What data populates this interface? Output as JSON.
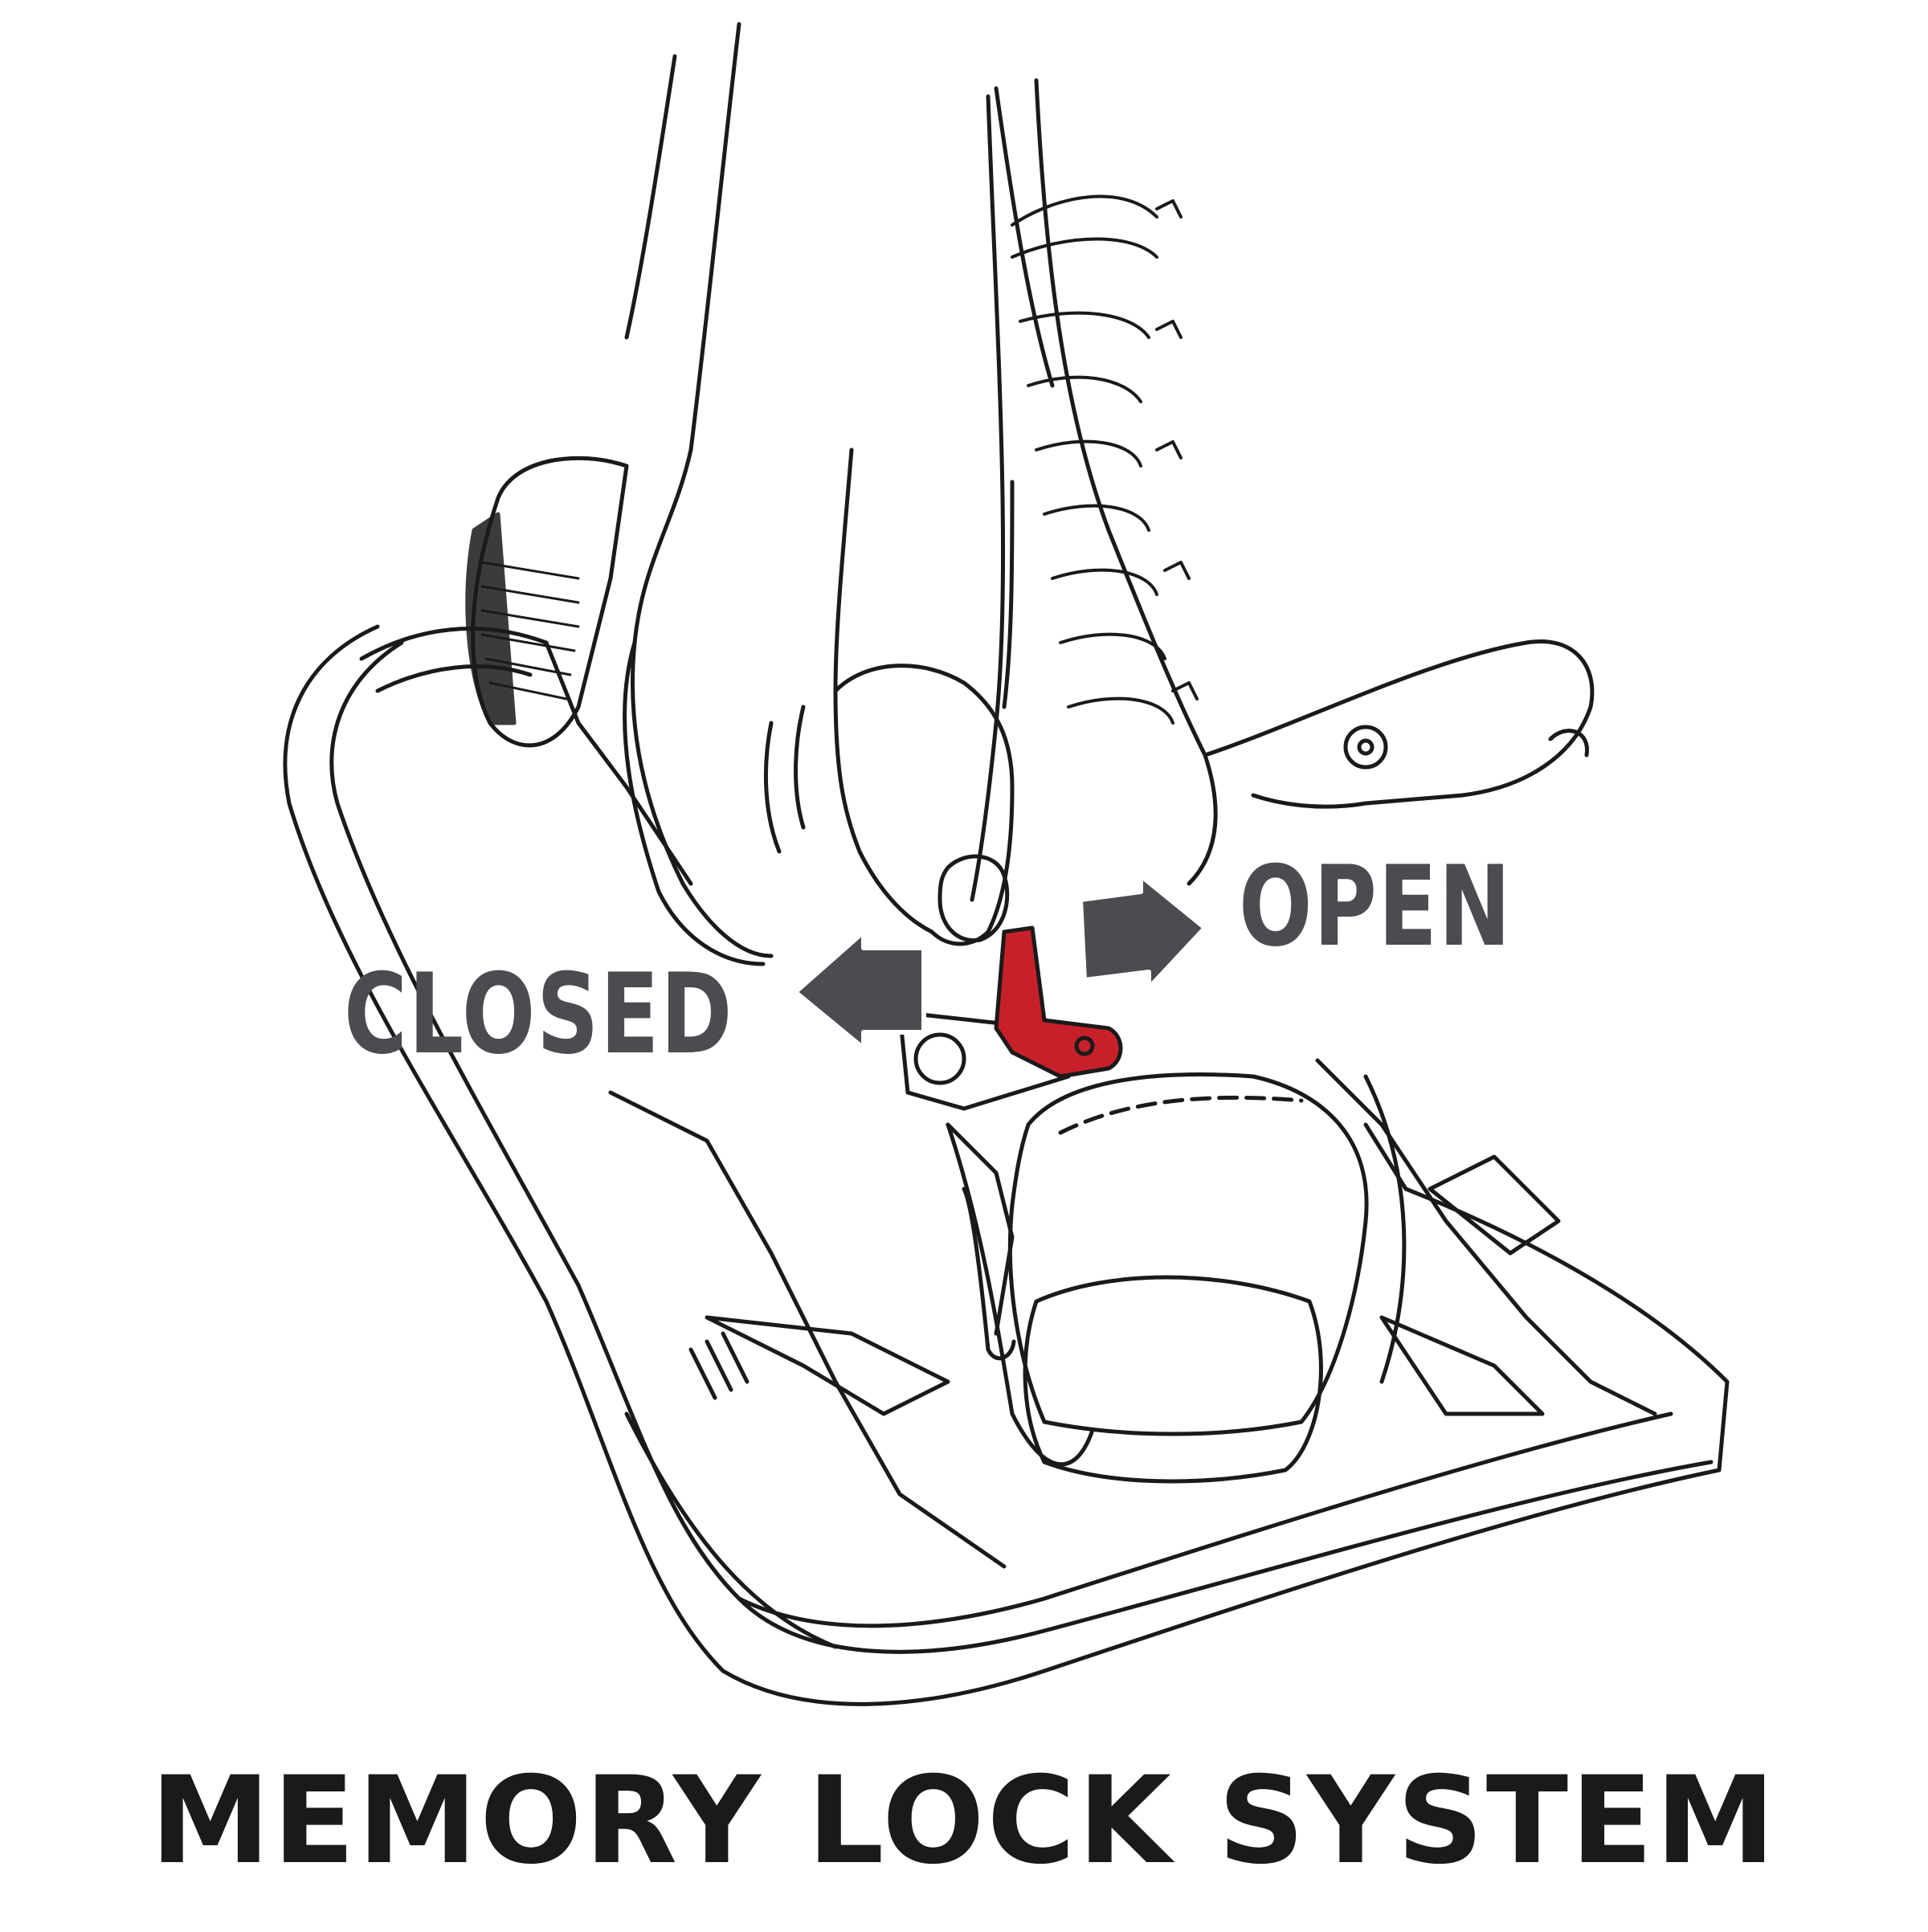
{
  "labels": {
    "closed": "CLOSED",
    "open": "OPEN"
  },
  "caption": "MEMORY LOCK SYSTEM",
  "colors": {
    "line": "#1a1a1a",
    "label_gray": "#4a4c50",
    "arrow_gray": "#4a4c50",
    "lever_red": "#c8202a",
    "caption": "#1a1a1a",
    "background": "#ffffff"
  },
  "icons": {
    "closed_arrow": "arrow-left-icon",
    "open_arrow": "arrow-right-icon"
  }
}
